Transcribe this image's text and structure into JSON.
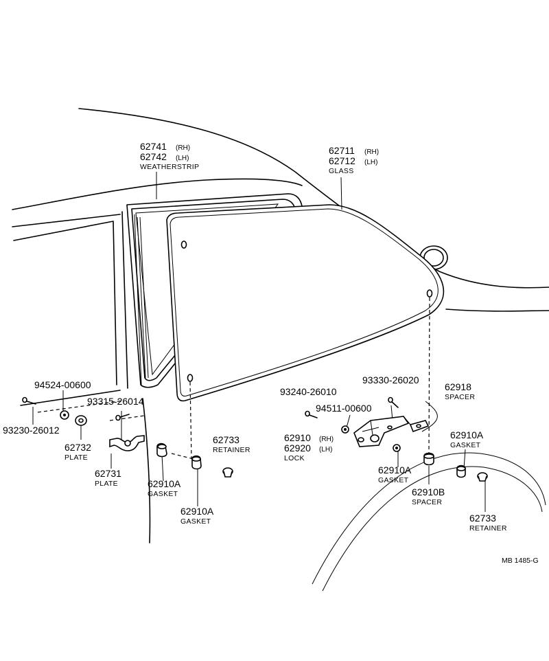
{
  "labels": {
    "weatherstrip": {
      "num1": "62741",
      "sfx1": "(RH)",
      "num2": "62742",
      "sfx2": "(LH)",
      "name": "WEATHERSTRIP"
    },
    "glass": {
      "num1": "62711",
      "sfx1": "(RH)",
      "num2": "62712",
      "sfx2": "(LH)",
      "name": "GLASS"
    },
    "screw_94524": {
      "num": "94524-00600"
    },
    "screw_93230": {
      "num": "93230-26012"
    },
    "bolt_93315": {
      "num": "93315-26014"
    },
    "plate_62732": {
      "num": "62732",
      "name": "PLATE"
    },
    "plate_62731": {
      "num": "62731",
      "name": "PLATE"
    },
    "gasket_left_a": {
      "num": "62910A",
      "name": "GASKET"
    },
    "gasket_left_b": {
      "num": "62910A",
      "name": "GASKET"
    },
    "retainer_left": {
      "num": "62733",
      "name": "RETAINER"
    },
    "screw_93240": {
      "num": "93240-26010"
    },
    "screw_93330": {
      "num": "93330-26020"
    },
    "nut_94511": {
      "num": "94511-00600"
    },
    "spacer_62918": {
      "num": "62918",
      "name": "SPACER"
    },
    "lock": {
      "num1": "62910",
      "sfx1": "(RH)",
      "num2": "62920",
      "sfx2": "(LH)",
      "name": "LOCK"
    },
    "gasket_right_a": {
      "num": "62910A",
      "name": "GASKET"
    },
    "gasket_right_b": {
      "num": "62910A",
      "name": "GASKET"
    },
    "spacer_62910b": {
      "num": "62910B",
      "name": "SPACER"
    },
    "retainer_right": {
      "num": "62733",
      "name": "RETAINER"
    },
    "drawing_code": "MB 1485-G"
  }
}
